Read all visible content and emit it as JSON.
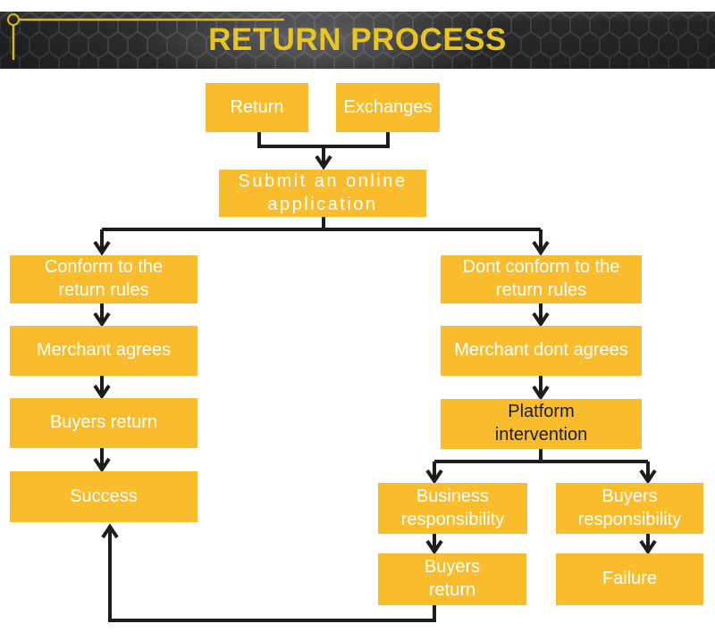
{
  "header": {
    "title": "RETURN PROCESS",
    "title_color": "#E9C51D",
    "band_color": "#29292B",
    "accent_line_color": "#D9B91C"
  },
  "flow": {
    "box_color": "#F9BC2D",
    "box_text_color": "#FFFFFF",
    "arrow_color": "#1D1D1D",
    "nodes": {
      "return": {
        "label": "Return"
      },
      "exchanges": {
        "label": "Exchanges"
      },
      "submit": {
        "label": "Submit an online\napplication"
      },
      "conform": {
        "label": "Conform to the\nreturn rules"
      },
      "merchant_agrees": {
        "label": "Merchant agrees"
      },
      "buyers_return": {
        "label": "Buyers return"
      },
      "success": {
        "label": "Success"
      },
      "dont_conform": {
        "label": "Dont conform to the\nreturn rules"
      },
      "merchant_dont": {
        "label": "Merchant dont agrees"
      },
      "platform": {
        "label": "Platform\nintervention",
        "text_color": "#1E1E1E"
      },
      "business_resp": {
        "label": "Business\nresponsibility"
      },
      "buyers_resp": {
        "label": "Buyers\nresponsibility"
      },
      "buyers_return2": {
        "label": "Buyers\nreturn"
      },
      "failure": {
        "label": "Failure"
      }
    },
    "edges": [
      {
        "from": "Return",
        "to": "Submit an online application"
      },
      {
        "from": "Exchanges",
        "to": "Submit an online application"
      },
      {
        "from": "Submit an online application",
        "to": "Conform to the return rules"
      },
      {
        "from": "Submit an online application",
        "to": "Dont conform to the return rules"
      },
      {
        "from": "Conform to the return rules",
        "to": "Merchant agrees"
      },
      {
        "from": "Merchant agrees",
        "to": "Buyers return"
      },
      {
        "from": "Buyers return",
        "to": "Success"
      },
      {
        "from": "Dont conform to the return rules",
        "to": "Merchant dont agrees"
      },
      {
        "from": "Merchant dont agrees",
        "to": "Platform intervention"
      },
      {
        "from": "Platform intervention",
        "to": "Business responsibility"
      },
      {
        "from": "Platform intervention",
        "to": "Buyers responsibility"
      },
      {
        "from": "Business responsibility",
        "to": "Buyers return (bottom)"
      },
      {
        "from": "Buyers responsibility",
        "to": "Failure"
      },
      {
        "from": "Buyers return (bottom)",
        "to": "Success"
      }
    ]
  }
}
